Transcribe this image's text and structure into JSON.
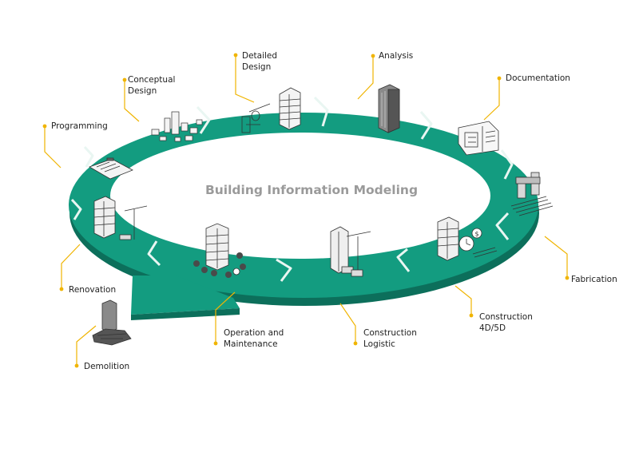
{
  "title": "Building Information Modeling",
  "colors": {
    "ring": "#139c80",
    "ring_side": "#0c6f5b",
    "seam": "#e9f6f2",
    "leader": "#f0b400",
    "building": "#f4f4f4",
    "stroke": "#333333"
  },
  "stages": [
    {
      "id": "programming",
      "label": "Programming",
      "icon": "clipboard-icon"
    },
    {
      "id": "conceptual",
      "label": "Conceptual\nDesign",
      "icon": "massing-model-icon"
    },
    {
      "id": "detailed",
      "label": "Detailed\nDesign",
      "icon": "detailed-building-icon"
    },
    {
      "id": "analysis",
      "label": "Analysis",
      "icon": "analysis-building-icon"
    },
    {
      "id": "documentation",
      "label": "Documentation",
      "icon": "drawing-sheet-icon"
    },
    {
      "id": "fabrication",
      "label": "Fabrication",
      "icon": "fabrication-machine-icon"
    },
    {
      "id": "construction4d5d",
      "label": "Construction\n4D/5D",
      "icon": "clock-cost-building-icon"
    },
    {
      "id": "logistic",
      "label": "Construction\nLogistic",
      "icon": "crane-site-icon"
    },
    {
      "id": "operation",
      "label": "Operation and\nMaintenance",
      "icon": "operated-building-icon"
    },
    {
      "id": "renovation",
      "label": "Renovation",
      "icon": "renovation-building-icon"
    },
    {
      "id": "demolition",
      "label": "Demolition",
      "icon": "demolished-building-icon"
    }
  ]
}
